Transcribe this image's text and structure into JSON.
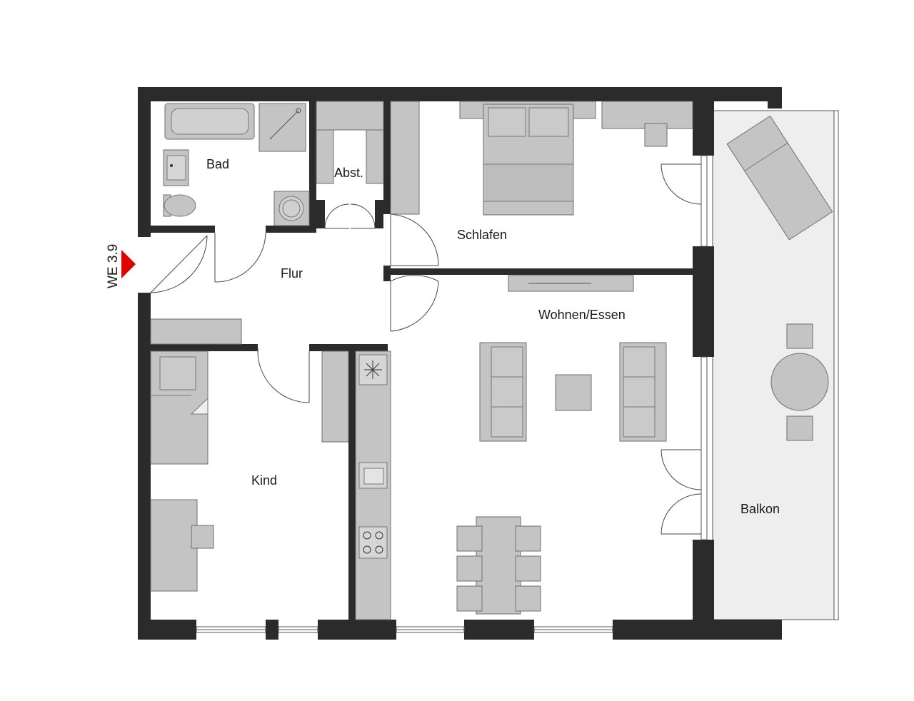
{
  "plan": {
    "unit_label": "WE 3.9",
    "accent_color": "#e00000",
    "rooms": {
      "bad": "Bad",
      "abst": "Abst.",
      "schlafen": "Schlafen",
      "flur": "Flur",
      "wohnen": "Wohnen/Essen",
      "kind": "Kind",
      "balkon": "Balkon"
    }
  }
}
